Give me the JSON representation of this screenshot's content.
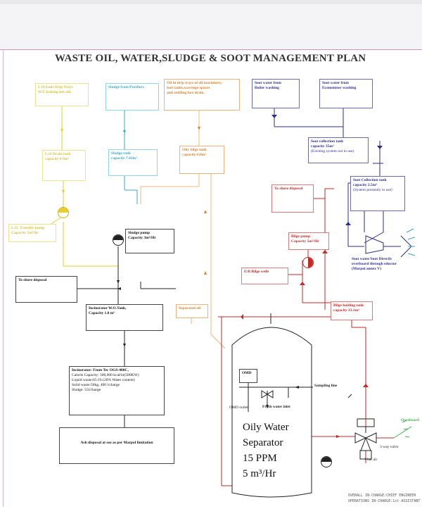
{
  "title": "WASTE OIL, WATER,SLUDGE & SOOT MANAGEMENT PLAN",
  "boxes": {
    "le_ends": [
      "L.O Ends Drip Trays",
      "W/L leaking lub oils"
    ],
    "lo_drain_tank": [
      "L.O Drain tank",
      "capacity 0.9m³"
    ],
    "lo_transfer_pump": [
      "L.O. Transfer pump",
      "Capacity 5m³/hr"
    ],
    "sludge_purifiers": [
      "Sludge from Purifiers"
    ],
    "sludge_tank": [
      "Sludge tank",
      "capacity 7.43m³"
    ],
    "oil_drip_trays": [
      "Oil in drip trays of all machinery,",
      "fuel tanks,scavenge spaces",
      "and stuffing box drain."
    ],
    "oily_bilge_tank": [
      "Oily bilge tank",
      "capacity 6.6m³"
    ],
    "soot_boiler": [
      "Soot water from",
      "Boiler washing"
    ],
    "soot_economiser": [
      "Soot water from",
      "Economiser washing"
    ],
    "soot_collection_35": [
      "Soot collection tank",
      "capacity 35m³",
      "(Existing system not in use)"
    ],
    "soot_collection_25": [
      "Soot Collection tank",
      "capacity 2.5m³",
      "(System presently in use)"
    ],
    "store_disposal_red": [
      "To shore disposal"
    ],
    "bilge_pump": [
      "Bilge pump",
      "Capacity 5m³/Hr"
    ],
    "er_bilge_wells": [
      "E/R Bilge wells"
    ],
    "bilge_holding_tank": [
      "Bilge holding tank",
      "capacity 33.1m³"
    ],
    "sludge_pump": [
      "Sludge pump",
      "Capacity 3m³/Hr"
    ],
    "store_disposal_black": [
      "To shore disposal"
    ],
    "incinerator_wo_tank": [
      "Incinerator W.O.Tank,",
      "Capacity 1.0 m³"
    ],
    "incinerator": [
      "Incinerator: From Tec OGS-400C,",
      "Calorie Capacity: 500,000 kcal/hr(580KW)",
      "Liquid waste:65 l/h (20% Water content)",
      "Solid waste:50kg, 400 l/charge",
      "Sludge: 55l/charge"
    ],
    "ash_disposal": [
      "Ash disposal at sea as per Marpol limitation"
    ],
    "separated_oil": [
      "Separated oil"
    ],
    "omd": [
      "OMD"
    ]
  },
  "labels": {
    "soot_overboard": [
      "Soot water/Soot Directly",
      "overboard through eductor",
      "(Marpol annex V)"
    ],
    "sampling_line": "Sampling line",
    "omd_outlet": "OMD outlet",
    "fresh_water_inlet": "Fresh water inlet",
    "overboard": "Overboard",
    "three_way_valve": "3 way valve",
    "seven_bar_air": "7 bar air"
  },
  "separator": [
    "Oily Water",
    "Separator",
    "15 PPM",
    "5 m³/Hr"
  ],
  "footer": [
    "OVERALL IN-CHARGE:CHIEF ENGINEER",
    "OPERATIONS IN-CHARGE:1st ASSISTANT"
  ],
  "colors": {
    "yellow": "#e6cd2a",
    "cyan": "#3aa9c6",
    "orange": "#d9822f",
    "blue": "#2c2c8c",
    "red": "#c62828",
    "green": "#3bb54a",
    "black": "#222222"
  }
}
